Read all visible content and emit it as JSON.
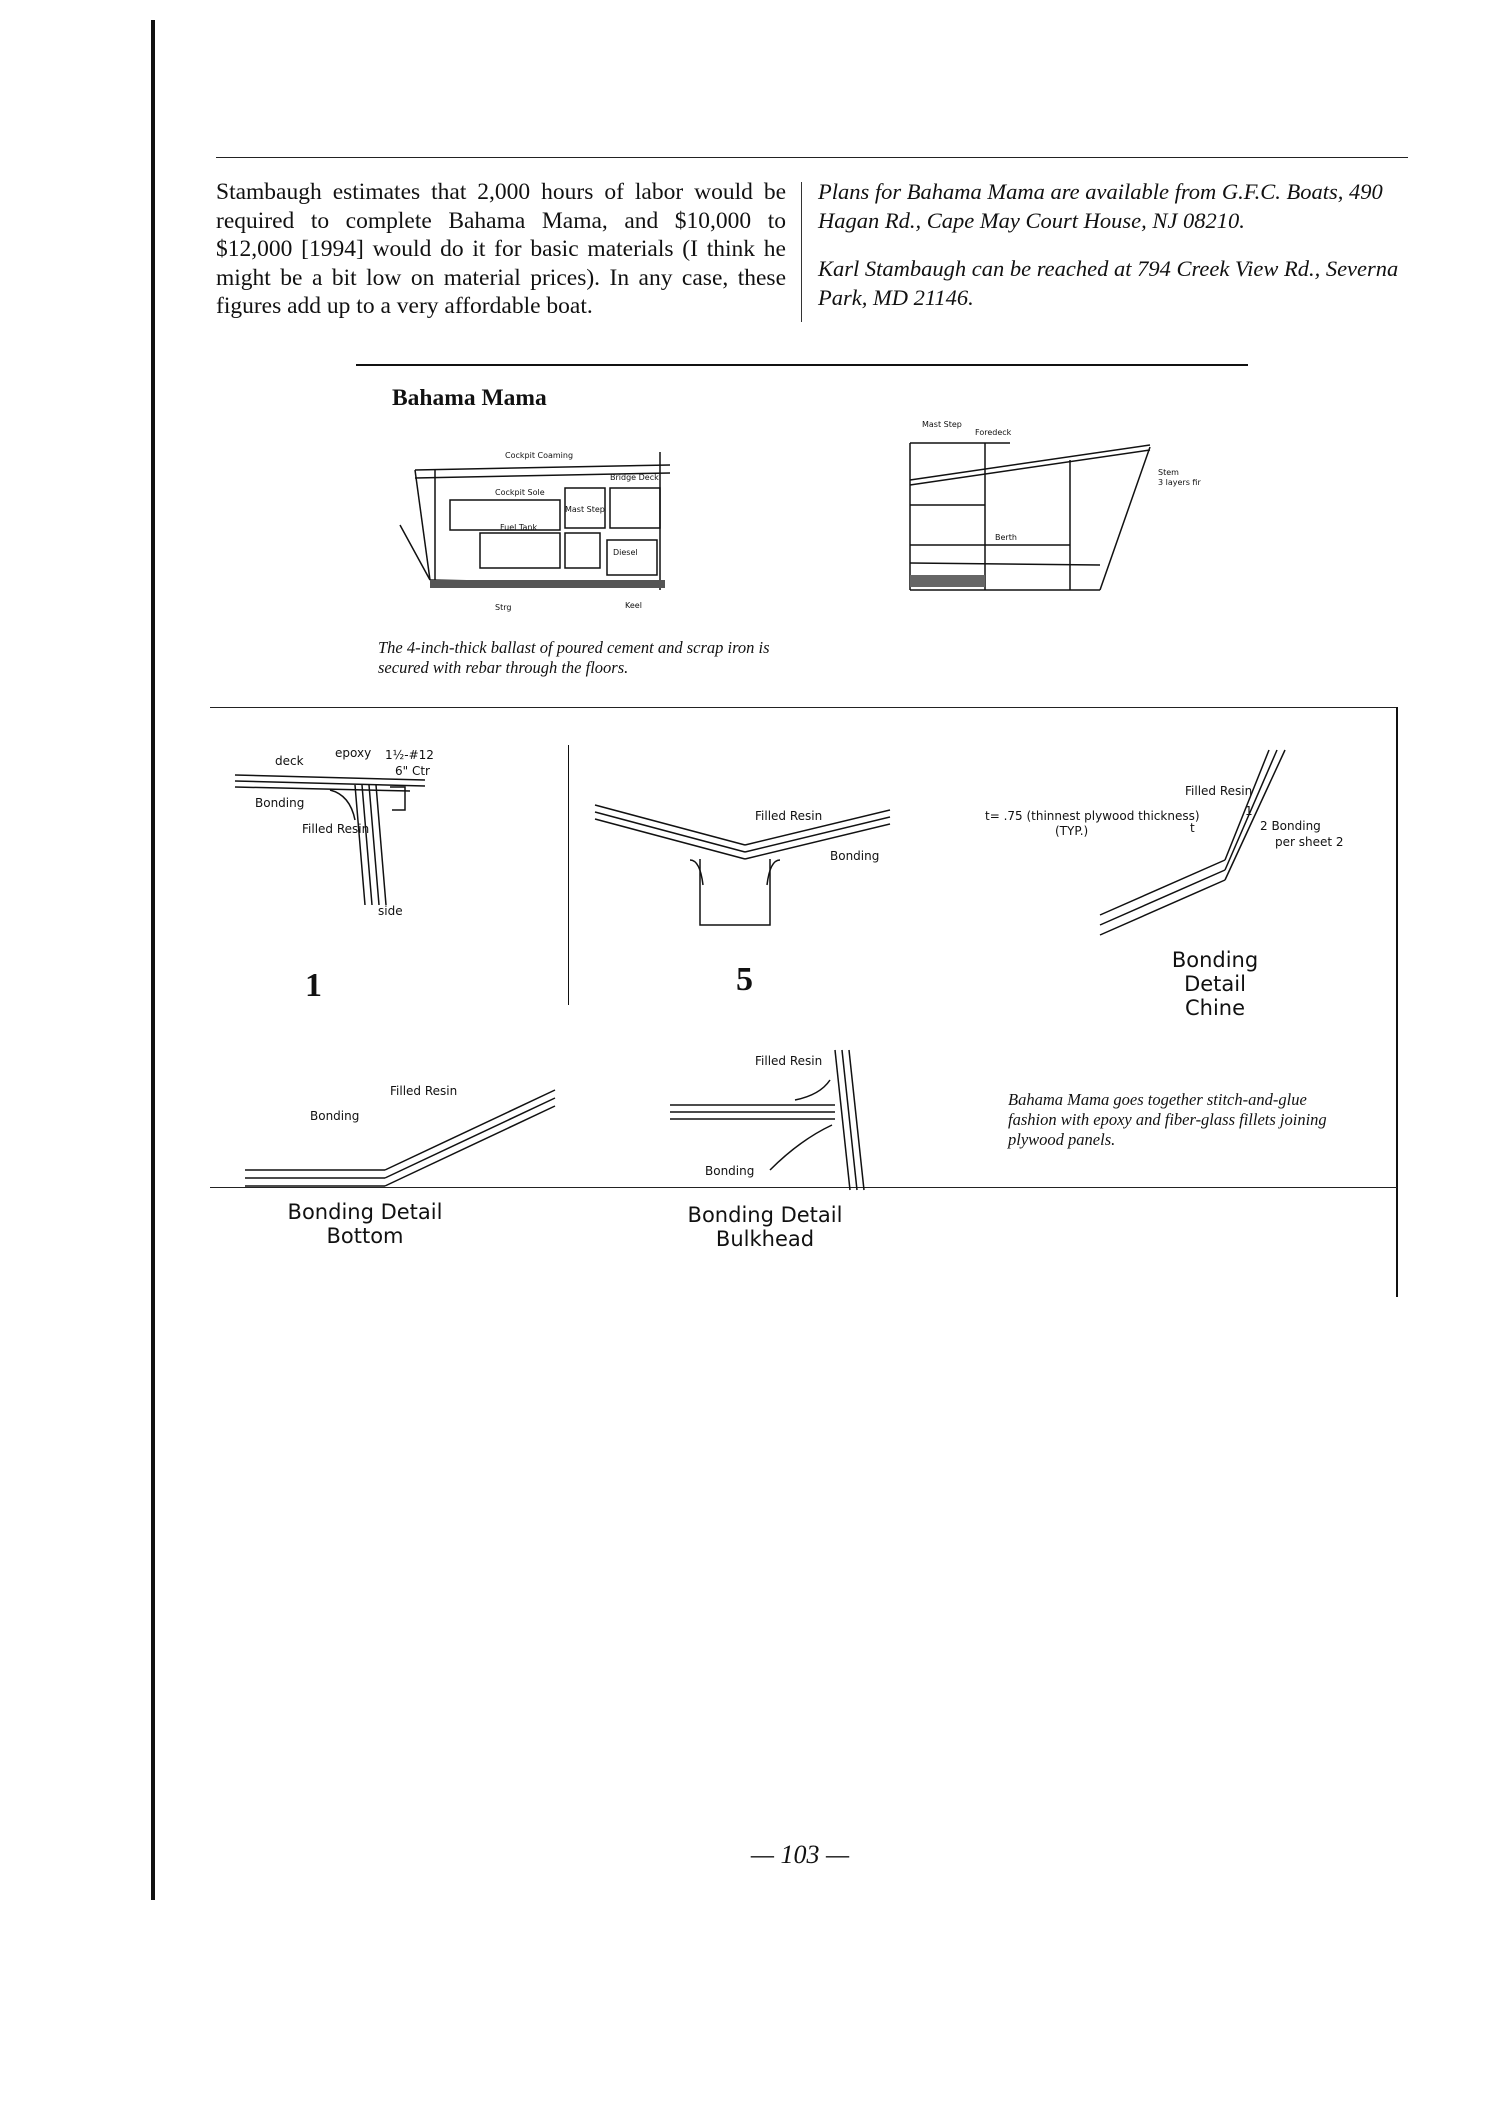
{
  "body_paragraph": "Stambaugh estimates that 2,000 hours of labor would be required to complete Bahama Mama, and $10,000 to $12,000 [1994] would do it for basic materials (I think he might be a bit low on material prices). In any case, these figures add up to a very affordable boat.",
  "sidebar": {
    "plans_note": "Plans for Bahama Mama are available from G.F.C. Boats, 490 Hagan Rd., Cape May Court House, NJ 08210.",
    "contact_note": "Karl Stambaugh can be reached at 794 Creek View Rd., Severna Park, MD 21146."
  },
  "figure_title": "Bahama Mama",
  "figure_caption_ballast": "The 4-inch-thick ballast of poured cement and scrap iron is secured with rebar through the floors.",
  "figure_caption_stitch": "Bahama Mama goes together stitch-and-glue fashion with epoxy and fiber-glass fillets joining plywood panels.",
  "drawing_labels": {
    "profile_left": [
      "Cockpit Coaming",
      "Bridge Deck",
      "Cockpit Sole",
      "Mast Step",
      "Fuel Tank",
      "Diesel",
      "Keel",
      "Strg"
    ],
    "profile_right": [
      "Mast Step",
      "Foredeck",
      "Stem",
      "3 layers fir",
      "Berth"
    ],
    "detail_1": {
      "deck": "deck",
      "epoxy": "epoxy",
      "fastener": "1½-#12",
      "spacing": "6\" Ctr",
      "bonding": "Bonding",
      "filled_resin": "Filled Resin",
      "side": "side",
      "number": "1"
    },
    "detail_5": {
      "filled_resin": "Filled Resin",
      "bonding": "Bonding",
      "number": "5"
    },
    "detail_chine": {
      "thickness": "t= .75 (thinnest plywood thickness)",
      "typ": "(TYP.)",
      "t": "t",
      "filled_resin": "Filled Resin",
      "marker": "1",
      "bonding": "2 Bonding",
      "per_sheet": "per sheet 2",
      "title_1": "Bonding Detail",
      "title_2": "Chine"
    },
    "detail_bottom": {
      "bonding": "Bonding",
      "filled_resin": "Filled Resin",
      "title_1": "Bonding Detail",
      "title_2": "Bottom"
    },
    "detail_bulkhead": {
      "filled_resin": "Filled Resin",
      "bonding": "Bonding",
      "title_1": "Bonding Detail",
      "title_2": "Bulkhead"
    }
  },
  "page_number": "— 103 —"
}
